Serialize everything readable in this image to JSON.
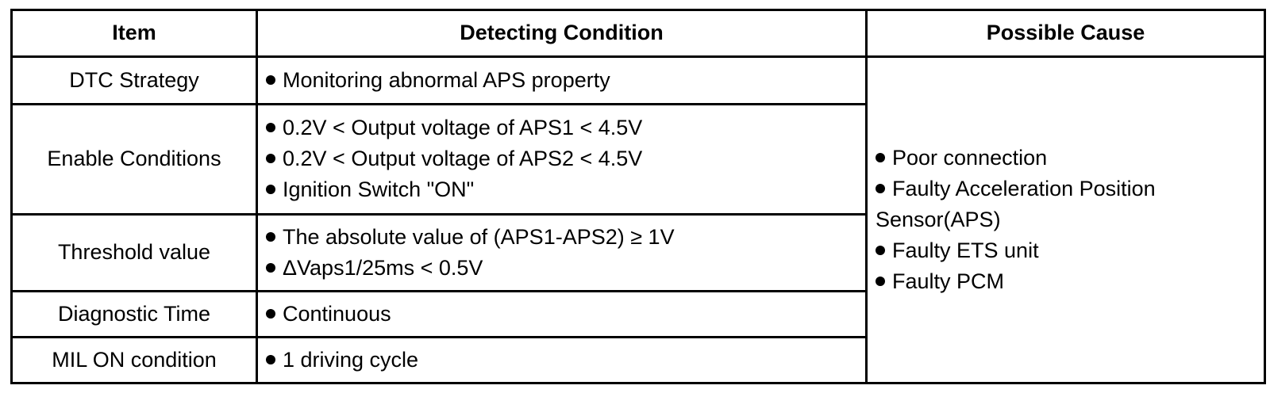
{
  "table": {
    "headers": {
      "item": "Item",
      "condition": "Detecting Condition",
      "cause": "Possible Cause"
    },
    "rows": [
      {
        "item": "DTC Strategy",
        "conditions": [
          "Monitoring abnormal APS property"
        ]
      },
      {
        "item": "Enable Conditions",
        "conditions": [
          "0.2V < Output voltage of APS1 < 4.5V",
          "0.2V < Output voltage of APS2 < 4.5V",
          "Ignition Switch \"ON\""
        ]
      },
      {
        "item": "Threshold value",
        "conditions": [
          "The absolute value of (APS1-APS2) ≥ 1V",
          "ΔVaps1/25ms < 0.5V"
        ]
      },
      {
        "item": "Diagnostic Time",
        "conditions": [
          "Continuous"
        ]
      },
      {
        "item": "MIL ON condition",
        "conditions": [
          "1 driving cycle"
        ]
      }
    ],
    "possible_causes": [
      "Poor connection",
      "Faulty Acceleration Position Sensor(APS)",
      "Faulty ETS unit",
      "Faulty PCM"
    ]
  }
}
